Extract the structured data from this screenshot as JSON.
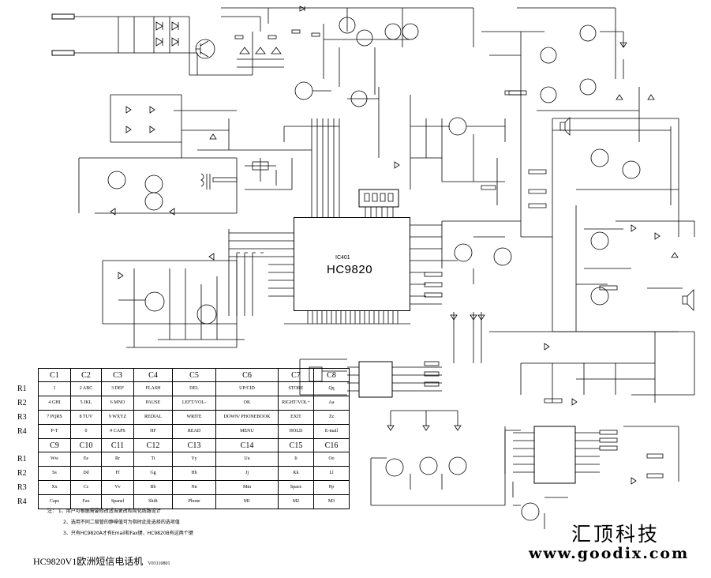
{
  "main_ic": {
    "ref": "IC401",
    "part": "HC9820"
  },
  "keypad": {
    "upper_cols": [
      "C1",
      "C2",
      "C3",
      "C4",
      "C5",
      "C6",
      "C7",
      "C8"
    ],
    "lower_cols": [
      "C9",
      "C10",
      "C11",
      "C12",
      "C13",
      "C14",
      "C15",
      "C16"
    ],
    "rows_label": [
      "R1",
      "R2",
      "R3",
      "R4"
    ],
    "upper": [
      [
        "1",
        "2 ABC",
        "3 DEF",
        "FLASH",
        "DEL",
        "UP/CID",
        "STORE",
        "Qq"
      ],
      [
        "4 GHI",
        "5 JKL",
        "6 MNO",
        "PAUSE",
        "LEFT/VOL-",
        "OK",
        "RIGHT/VOL+",
        "Aa"
      ],
      [
        "7 PQRS",
        "8 TUV",
        "9 WXYZ",
        "REDIAL",
        "WRITE",
        "DOWN/ PHONEBOOK",
        "EXIT",
        "Zz"
      ],
      [
        "P-T",
        "0",
        "# CAPS",
        "HF",
        "READ",
        "MENU",
        "HOLD",
        "E-mail"
      ]
    ],
    "lower": [
      [
        "Ww",
        "Ee",
        "Rr",
        "Tt",
        "Yy",
        "Uu",
        "Ii",
        "Oo"
      ],
      [
        "Ss",
        "Dd",
        "Ff",
        "Gg",
        "Hh",
        "Jj",
        "Kk",
        "Ll"
      ],
      [
        "Xx",
        "Cc",
        "Vv",
        "Bb",
        "Nn",
        "Mm",
        "Space",
        "Pp"
      ],
      [
        "Caps",
        "Fax",
        "Spanel",
        "Shift",
        "Phone",
        "M1",
        "M2",
        "M3"
      ]
    ]
  },
  "notes": [
    "注：  1、用户可根据需要修改适当更改和简化线路设计",
    "2、选用不同二极管的静噪值可为指时此处选择的选项值",
    "3、只有HC9820A才有Email和Fax键，HC9820B有这两个键"
  ],
  "title": {
    "main": "HC9820V1欧洲短信电话机",
    "version": "V03110801"
  },
  "brand": {
    "name": "汇顶科技",
    "website": "www.goodix.com"
  }
}
